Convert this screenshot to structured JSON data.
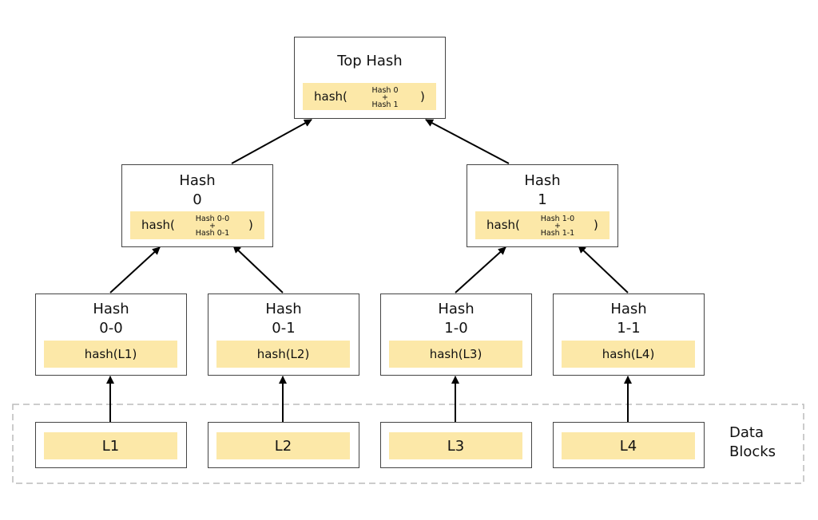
{
  "top": {
    "title": "Top Hash",
    "fn_open": "hash(",
    "arg_a": "Hash 0",
    "plus": "+",
    "arg_b": "Hash 1",
    "fn_close": ")"
  },
  "mid": [
    {
      "title_1": "Hash",
      "title_2": "0",
      "fn_open": "hash(",
      "arg_a": "Hash 0-0",
      "plus": "+",
      "arg_b": "Hash 0-1",
      "fn_close": ")"
    },
    {
      "title_1": "Hash",
      "title_2": "1",
      "fn_open": "hash(",
      "arg_a": "Hash 1-0",
      "plus": "+",
      "arg_b": "Hash 1-1",
      "fn_close": ")"
    }
  ],
  "leaf_hashes": [
    {
      "title_1": "Hash",
      "title_2": "0-0",
      "expr": "hash(L1)"
    },
    {
      "title_1": "Hash",
      "title_2": "0-1",
      "expr": "hash(L2)"
    },
    {
      "title_1": "Hash",
      "title_2": "1-0",
      "expr": "hash(L3)"
    },
    {
      "title_1": "Hash",
      "title_2": "1-1",
      "expr": "hash(L4)"
    }
  ],
  "blocks": [
    "L1",
    "L2",
    "L3",
    "L4"
  ],
  "data_blocks_label": {
    "line_1": "Data",
    "line_2": "Blocks"
  },
  "colors": {
    "highlight": "#fce8a8",
    "border": "#444444",
    "dashed": "#bbbbbb"
  }
}
